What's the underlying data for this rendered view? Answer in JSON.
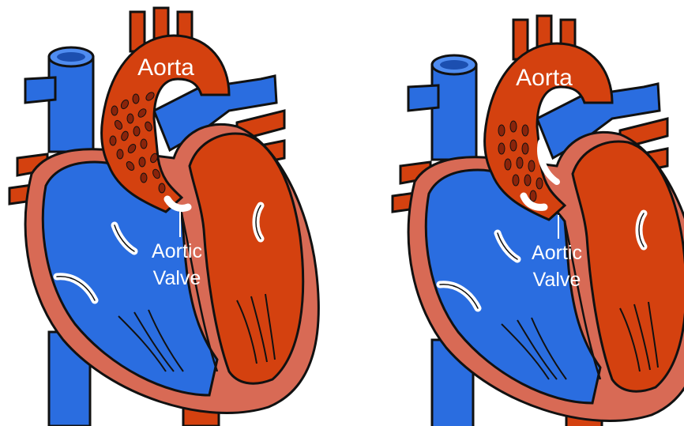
{
  "panels": [
    {
      "aorta_label": "Aorta",
      "valve_label_line1": "Aortic",
      "valve_label_line2": "Valve",
      "cell_layout": "crowded"
    },
    {
      "aorta_label": "Aorta",
      "valve_label_line1": "Aortic",
      "valve_label_line2": "Valve",
      "cell_layout": "sparse"
    }
  ],
  "colors": {
    "oxygenated": "#d4410f",
    "deoxygenated": "#2a6de0",
    "muscle": "#d86a55",
    "outline": "#111111",
    "valve": "#ffffff",
    "cell": "#8a240b"
  }
}
